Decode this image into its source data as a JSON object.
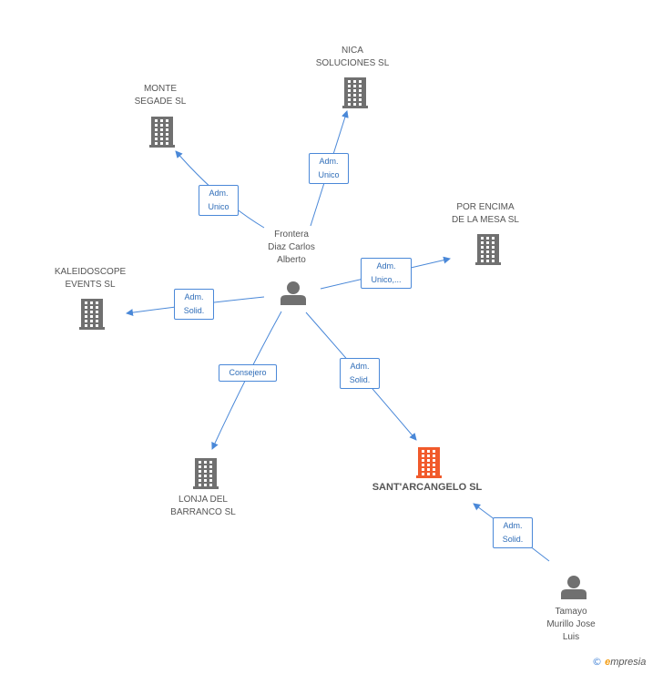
{
  "nodes": [
    {
      "id": "monte",
      "label": "MONTE\nSEGADE SL",
      "type": "company"
    },
    {
      "id": "nica",
      "label": "NICA\nSOLUCIONES  SL",
      "type": "company"
    },
    {
      "id": "porencima",
      "label": "POR ENCIMA\nDE LA MESA SL",
      "type": "company"
    },
    {
      "id": "kaleido",
      "label": "KALEIDOSCOPE\nEVENTS  SL",
      "type": "company"
    },
    {
      "id": "lonja",
      "label": "LONJA DEL\nBARRANCO  SL",
      "type": "company"
    },
    {
      "id": "santarcangelo",
      "label": "SANT'ARCANGELO SL",
      "type": "company",
      "highlight": true
    },
    {
      "id": "frontera",
      "label": "Frontera\nDiaz Carlos\nAlberto",
      "type": "person"
    },
    {
      "id": "tamayo",
      "label": "Tamayo\nMurillo Jose\nLuis",
      "type": "person"
    }
  ],
  "edges": [
    {
      "from": "frontera",
      "to": "monte",
      "label": "Adm.\nUnico"
    },
    {
      "from": "frontera",
      "to": "nica",
      "label": "Adm.\nUnico"
    },
    {
      "from": "frontera",
      "to": "porencima",
      "label": "Adm.\nUnico,..."
    },
    {
      "from": "frontera",
      "to": "kaleido",
      "label": "Adm.\nSolid."
    },
    {
      "from": "frontera",
      "to": "lonja",
      "label": "Consejero"
    },
    {
      "from": "frontera",
      "to": "santarcangelo",
      "label": "Adm.\nSolid."
    },
    {
      "from": "tamayo",
      "to": "santarcangelo",
      "label": "Adm.\nSolid."
    }
  ],
  "colors": {
    "company_icon": "#707070",
    "highlight_icon": "#f15a2b",
    "person_icon": "#707070",
    "edge": "#4a88d8"
  },
  "footer": {
    "copyright": "©",
    "brand_initial": "e",
    "brand_rest": "mpresia"
  }
}
